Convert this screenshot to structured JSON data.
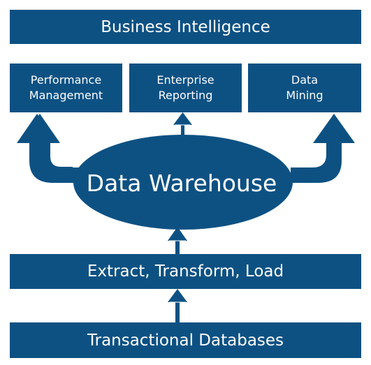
{
  "top": {
    "label": "Business Intelligence"
  },
  "apps": [
    {
      "lines": [
        "Performance",
        "Management"
      ]
    },
    {
      "lines": [
        "Enterprise",
        "Reporting"
      ]
    },
    {
      "lines": [
        "Data",
        "Mining"
      ]
    }
  ],
  "warehouse": {
    "label": "Data Warehouse"
  },
  "etl": {
    "label": "Extract, Transform, Load"
  },
  "sources": {
    "label": "Transactional Databases"
  },
  "colors": {
    "fill": "#0d5183",
    "text": "#ffffff"
  }
}
